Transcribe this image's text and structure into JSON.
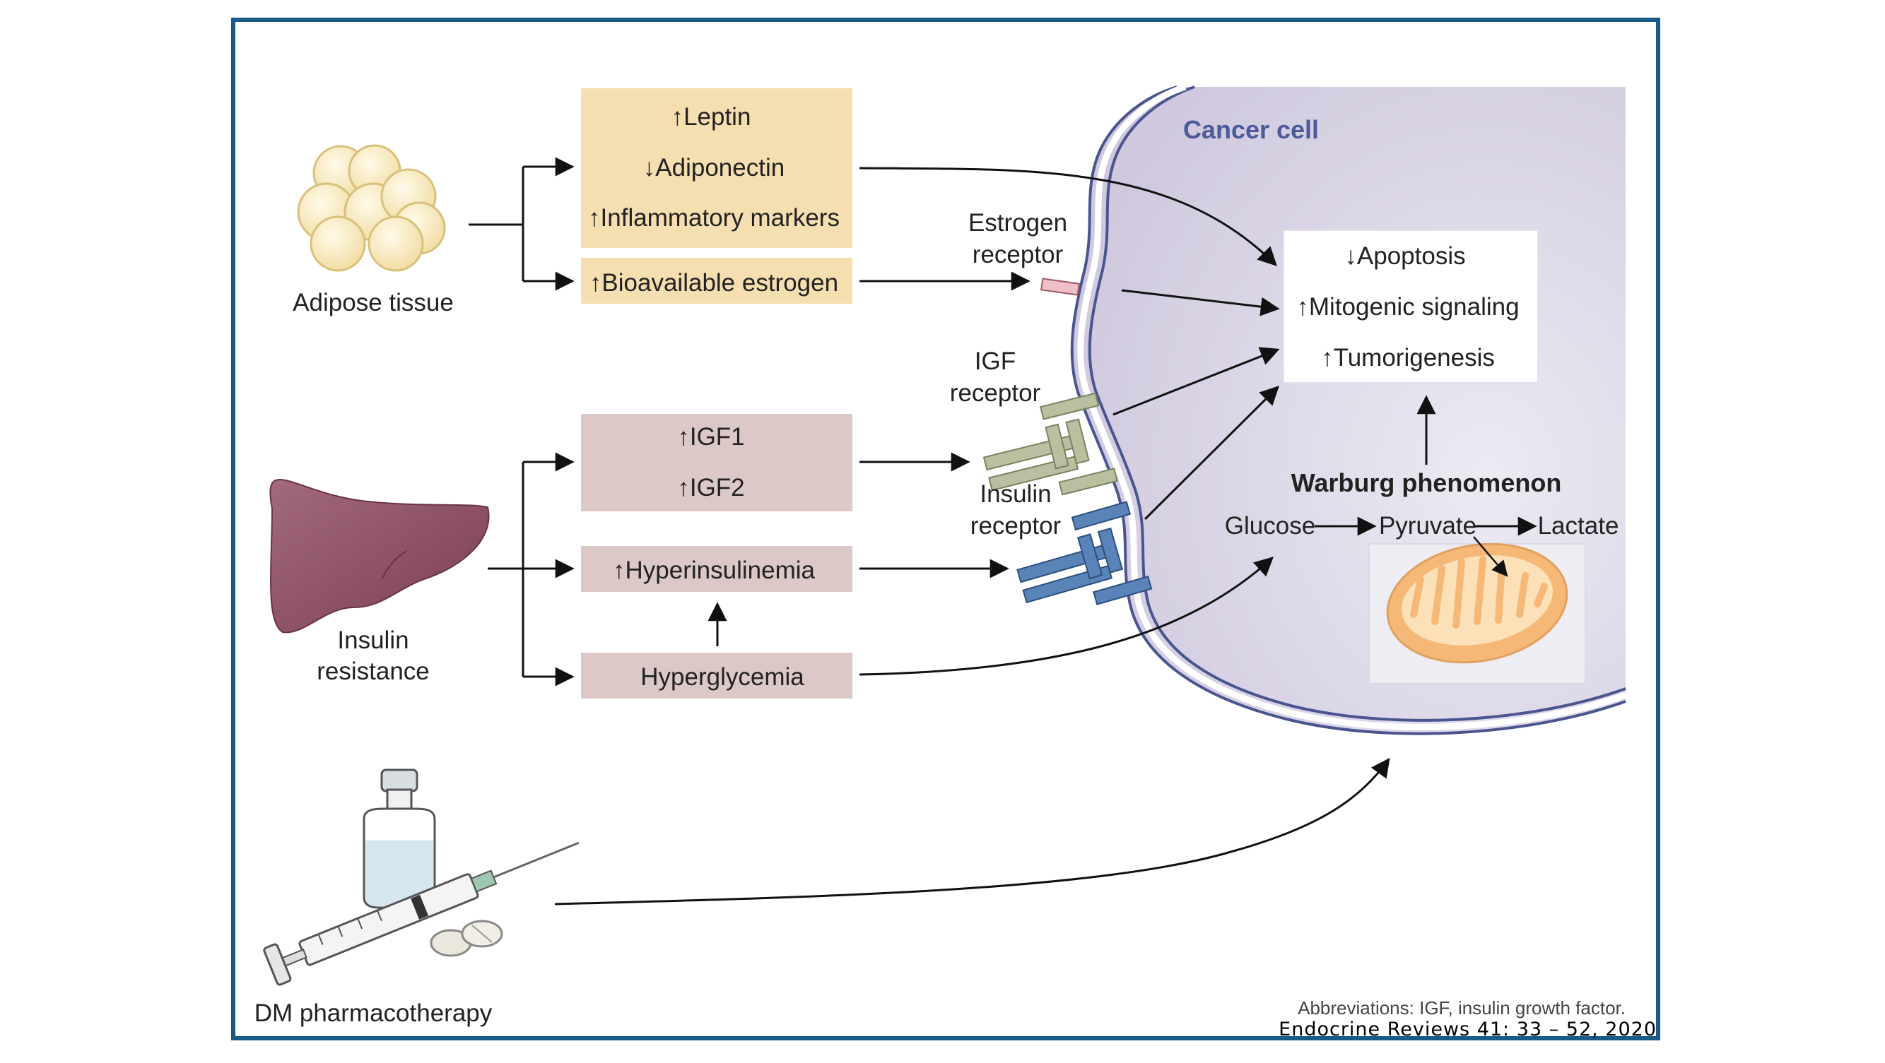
{
  "cell": {
    "label": "Cancer cell"
  },
  "sources": {
    "adipose": "Adipose tissue",
    "insulin_line1": "Insulin",
    "insulin_line2": "resistance",
    "dm": "DM pharmacotherapy"
  },
  "boxes": {
    "leptin": "↑Leptin",
    "adiponectin": "↓Adiponectin",
    "inflammatory": "↑Inflammatory markers",
    "estrogen": "↑Bioavailable estrogen",
    "igf1": "↑IGF1",
    "igf2": "↑IGF2",
    "hyperinsulinemia": "↑Hyperinsulinemia",
    "hyperglycemia": "Hyperglycemia"
  },
  "receptors": {
    "estrogen_line1": "Estrogen",
    "estrogen_line2": "receptor",
    "igf_line1": "IGF",
    "igf_line2": "receptor",
    "insulin_line1": "Insulin",
    "insulin_line2": "receptor"
  },
  "outcomes": {
    "apoptosis": "↓Apoptosis",
    "mitogenic": "↑Mitogenic signaling",
    "tumorigenesis": "↑Tumorigenesis"
  },
  "warburg": {
    "title": "Warburg phenomenon",
    "glucose": "Glucose",
    "pyruvate": "Pyruvate",
    "lactate": "Lactate"
  },
  "footnote": "Abbreviations: IGF, insulin growth factor.",
  "citation": "Endocrine Reviews 41: 33 – 52, 2020",
  "colors": {
    "frame": "#1a5a86",
    "adipose_box": "#f5deb0",
    "insulin_box": "#dcc8c6",
    "cell_fill": "#d8d3e4",
    "membrane": "#4a5590",
    "cell_label": "#4a5a9a",
    "liver": "#8e4e62",
    "igf_receptor": "#b8c0a0",
    "insulin_receptor": "#5a84b8",
    "estrogen_receptor": "#f0c0c8",
    "mitochondrion": "#f5b877"
  }
}
